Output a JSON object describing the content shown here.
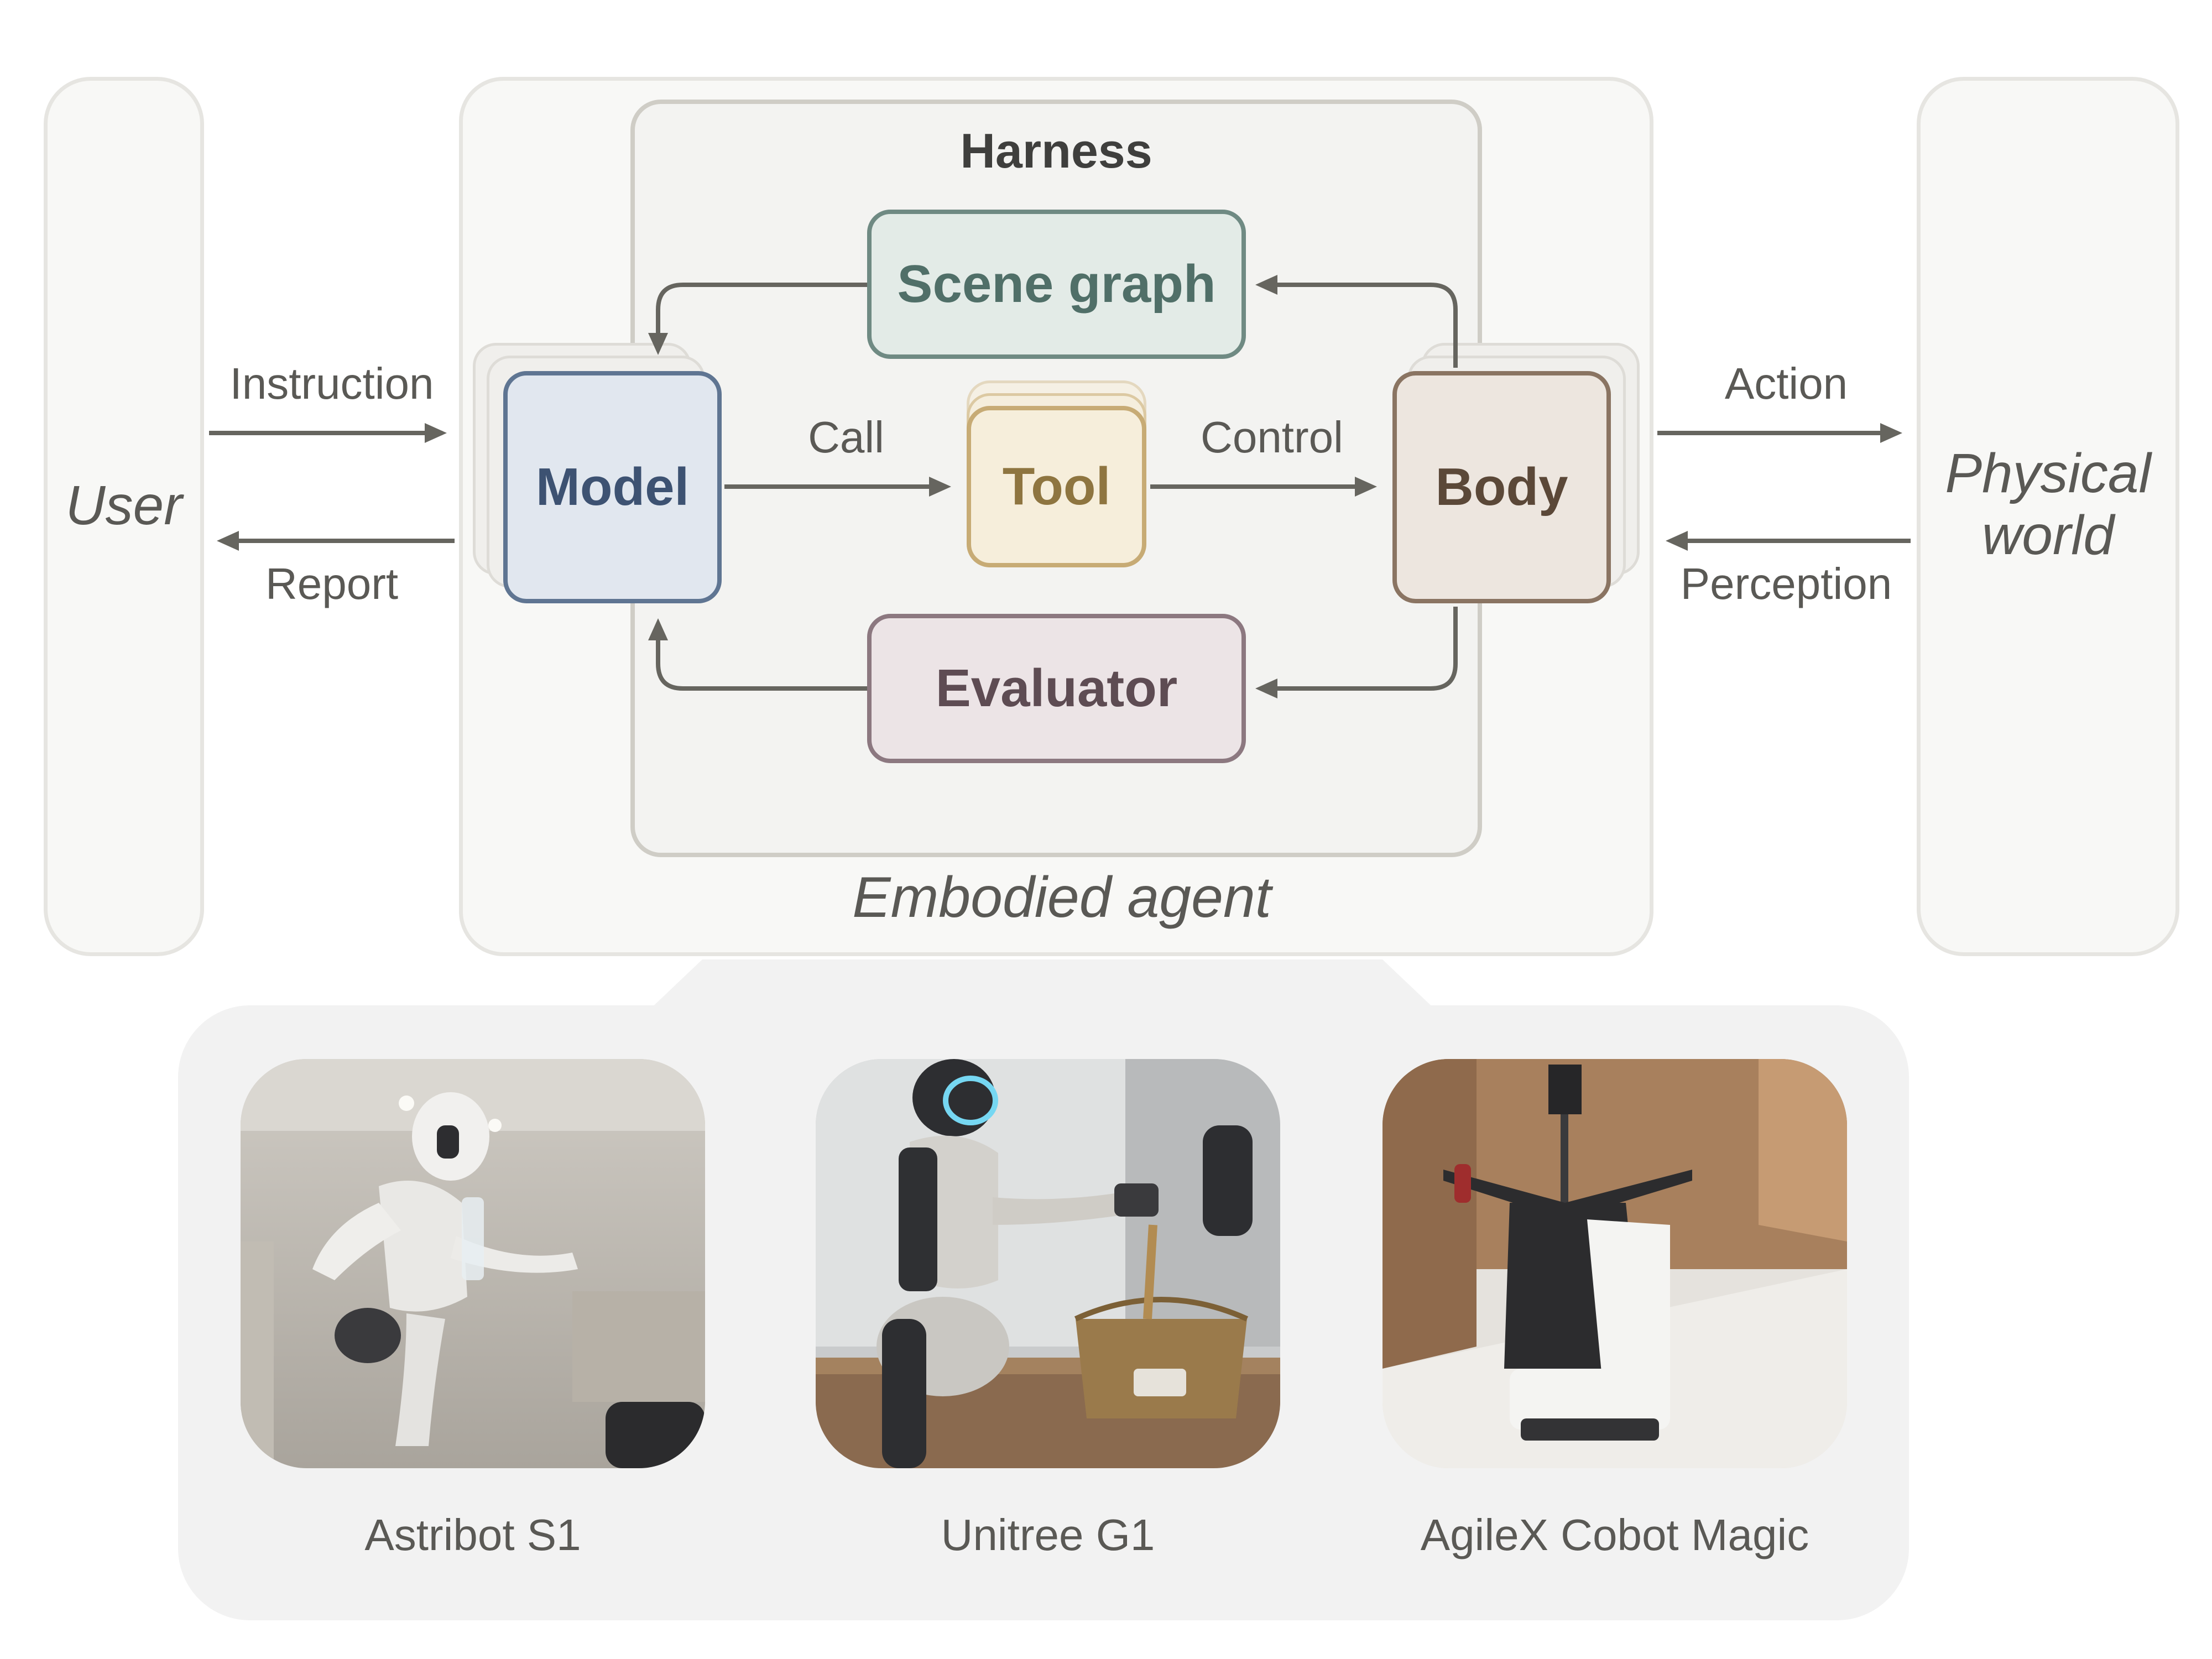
{
  "panels": {
    "user": "User",
    "physical_world": "Physical world",
    "embodied_agent": "Embodied agent"
  },
  "harness": {
    "title": "Harness",
    "nodes": {
      "scene_graph": "Scene graph",
      "model": "Model",
      "tool": "Tool",
      "body": "Body",
      "evaluator": "Evaluator"
    },
    "edges": {
      "call": "Call",
      "control": "Control"
    }
  },
  "io_labels": {
    "instruction": "Instruction",
    "report": "Report",
    "action": "Action",
    "perception": "Perception"
  },
  "robots": [
    {
      "name": "Astribot S1"
    },
    {
      "name": "Unitree G1"
    },
    {
      "name": "AgileX Cobot Magic"
    }
  ],
  "colors": {
    "arrow": "#66655f",
    "scene_graph": "#6f8a83",
    "model": "#5f7592",
    "tool": "#c7ab75",
    "body": "#8a7462",
    "evaluator": "#8c7880"
  }
}
